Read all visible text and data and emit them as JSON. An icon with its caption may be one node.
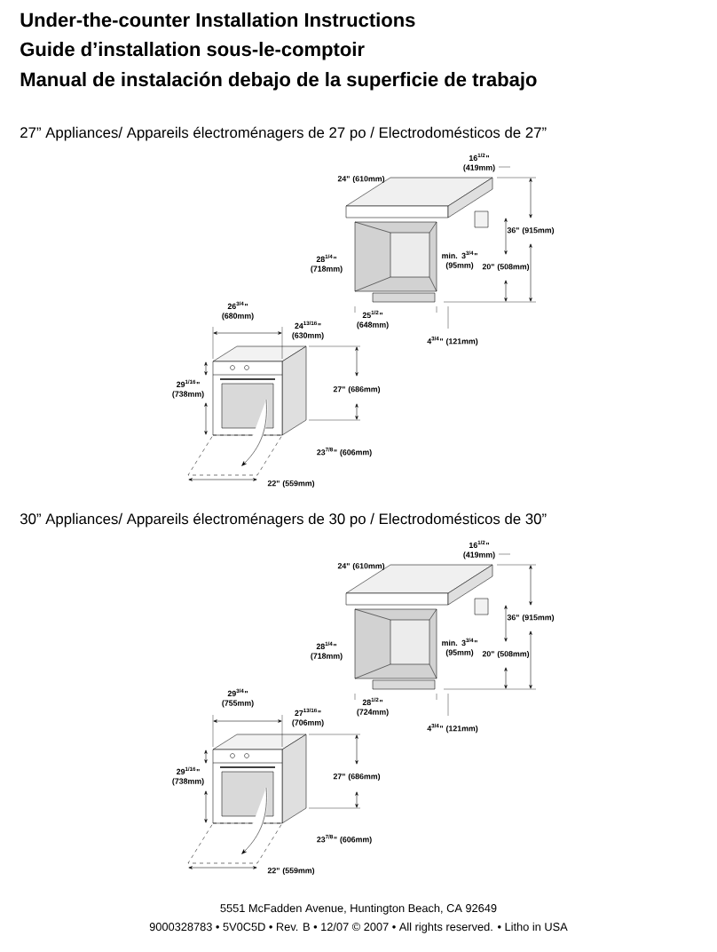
{
  "diagram": {
    "title": "Under-the-counter Installation Instructions",
    "labels": [
      "Guide d’installation sous-le-comptoir",
      "Manual de instalación debajo de la superficie de trabajo",
      "27” Appliances/ Appareils électroménagers de 27 po / Electrodomésticos de 27”",
      "16$^{1/2}$\" (419mm)",
      "24\" (610mm)",
      "36\" (915mm)",
      "28$^{1/4}$\" (718mm)",
      "min. 3$^{3/4}$\" (95mm)",
      "20\" (508mm)",
      "25$^{1/2}$\" (648mm)",
      "4$^{3/4}$\" (121mm)",
      "26$^{3/4}$\" (680mm)",
      "24$^{13/16}$\" (630mm)",
      "27\" (686mm)",
      "29$^{1/16}$\" (738mm)",
      "23$^{7/8}$\" (606mm)",
      "22\" (559mm)",
      "30” Appliances/ Appareils électroménagers de 30 po / Electrodomésticos de 30”",
      "16$^{1/2}$\" (419mm)",
      "24\" (610mm)",
      "36\" (915mm)",
      "28$^{1/4}$\" (718mm)",
      "min. 3$^{3/4}$\" (95mm)",
      "20\" (508mm)",
      "28$^{1/2}$\" (724mm)",
      "4$^{3/4}$\" (121mm)",
      "29$^{3/4}$\" (755mm)",
      "27$^{13/16}$\" (706mm)",
      "27\" (686mm)",
      "29$^{1/16}$\" (738mm)",
      "23$^{7/8}$\" (606mm)",
      "22\" (559mm)",
      "5551 McFadden Avenue, Huntington Beach, CA 92649",
      "9000328783 • 5V0C5D • Rev. B • 12/07 © 2007 • All rights reserved. • Litho in USA"
    ]
  }
}
